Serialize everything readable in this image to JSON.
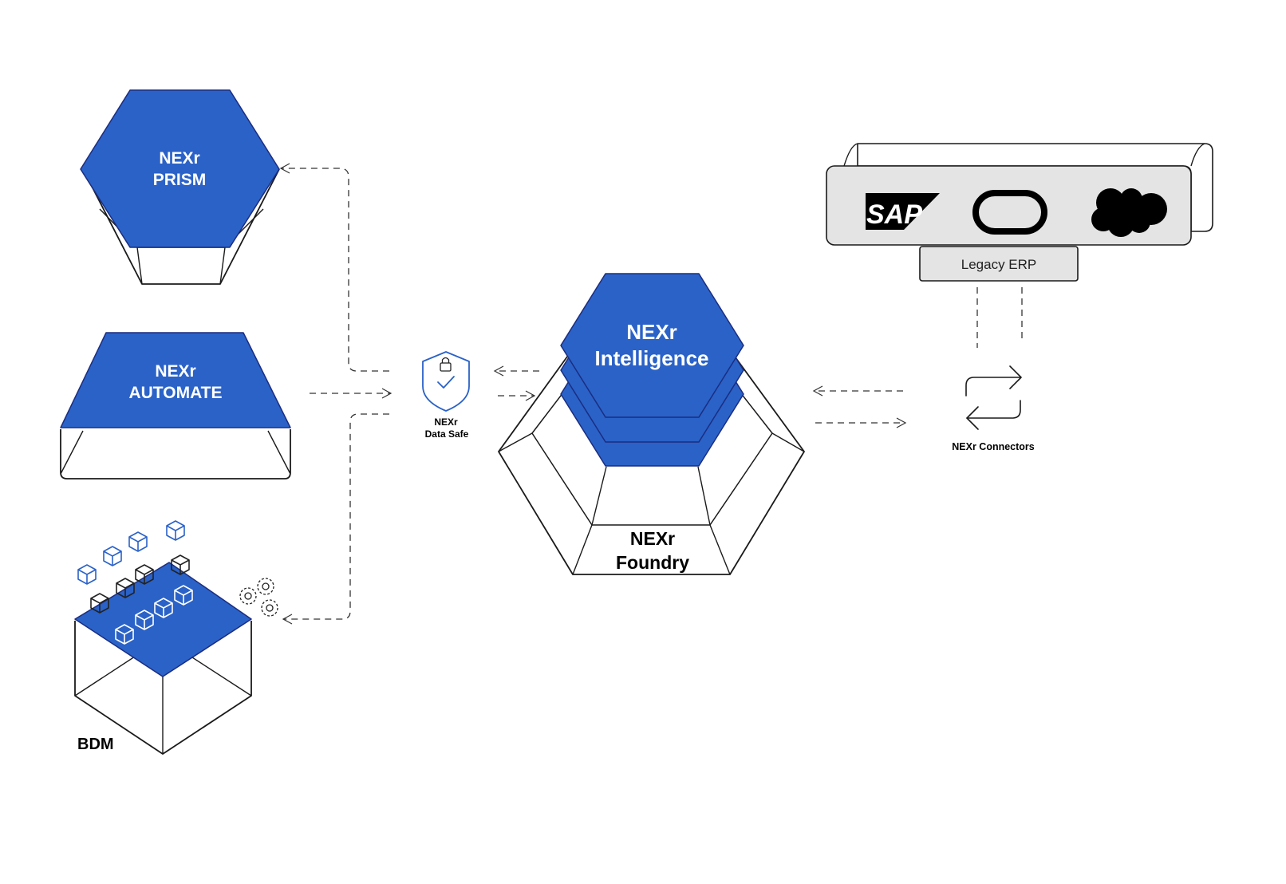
{
  "diagram": {
    "prism": {
      "line1": "NEXr",
      "line2": "PRISM"
    },
    "automate": {
      "line1": "NEXr",
      "line2": "AUTOMATE"
    },
    "bdm": {
      "label": "BDM"
    },
    "data_safe": {
      "line1": "NEXr",
      "line2": "Data Safe"
    },
    "intelligence": {
      "line1": "NEXr",
      "line2": "Intelligence"
    },
    "foundry": {
      "line1": "NEXr",
      "line2": "Foundry"
    },
    "legacy_erp": {
      "label": "Legacy ERP",
      "logos": [
        "SAP",
        "oracle-logo",
        "salesforce-logo"
      ]
    },
    "connectors": {
      "label": "NEXr Connectors"
    }
  },
  "colors": {
    "brand_blue": "#2a62c8",
    "outline": "#1a1a1a",
    "panel_gray": "#e4e4e4",
    "text_light": "#ffffff",
    "text_dark": "#000000"
  },
  "icons": [
    "shield-lock-icon",
    "sync-arrows-icon",
    "gears-icon",
    "cube-icon"
  ]
}
